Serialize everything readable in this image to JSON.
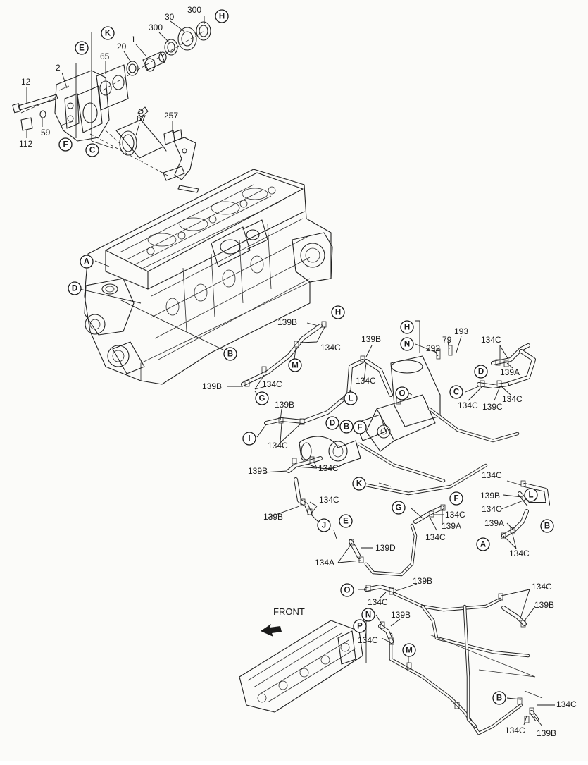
{
  "diagram": {
    "front_label": "FRONT",
    "part_labels": [
      {
        "id": "p1",
        "text": "300"
      },
      {
        "id": "p2",
        "text": "30"
      },
      {
        "id": "p3",
        "text": "300"
      },
      {
        "id": "p4",
        "text": "20"
      },
      {
        "id": "p5",
        "text": "1"
      },
      {
        "id": "p6",
        "text": "65"
      },
      {
        "id": "p7",
        "text": "2"
      },
      {
        "id": "p8",
        "text": "12"
      },
      {
        "id": "p9",
        "text": "59"
      },
      {
        "id": "p10",
        "text": "112"
      },
      {
        "id": "p11",
        "text": "257"
      },
      {
        "id": "p12",
        "text": "67"
      },
      {
        "id": "p13",
        "text": "139B"
      },
      {
        "id": "p14",
        "text": "134C"
      },
      {
        "id": "p15",
        "text": "139B"
      },
      {
        "id": "p16",
        "text": "134C"
      },
      {
        "id": "p17",
        "text": "139B"
      },
      {
        "id": "p18",
        "text": "134C"
      },
      {
        "id": "p19",
        "text": "139B"
      },
      {
        "id": "p20",
        "text": "134C"
      },
      {
        "id": "p21",
        "text": "139B"
      },
      {
        "id": "p22",
        "text": "134C"
      },
      {
        "id": "p23",
        "text": "139B"
      },
      {
        "id": "p24",
        "text": "134C"
      },
      {
        "id": "p25",
        "text": "292"
      },
      {
        "id": "p26",
        "text": "79"
      },
      {
        "id": "p27",
        "text": "193"
      },
      {
        "id": "p28",
        "text": "134C"
      },
      {
        "id": "p29",
        "text": "139A"
      },
      {
        "id": "p30",
        "text": "134C"
      },
      {
        "id": "p31",
        "text": "139C"
      },
      {
        "id": "p32",
        "text": "134C"
      },
      {
        "id": "p33",
        "text": "134C"
      },
      {
        "id": "p34",
        "text": "139B"
      },
      {
        "id": "p35",
        "text": "134C"
      },
      {
        "id": "p36",
        "text": "134C"
      },
      {
        "id": "p37",
        "text": "139A"
      },
      {
        "id": "p38",
        "text": "134C"
      },
      {
        "id": "p39",
        "text": "139A"
      },
      {
        "id": "p40",
        "text": "134C"
      },
      {
        "id": "p41",
        "text": "139D"
      },
      {
        "id": "p42",
        "text": "134A"
      },
      {
        "id": "p43",
        "text": "139B"
      },
      {
        "id": "p44",
        "text": "134C"
      },
      {
        "id": "p45",
        "text": "139B"
      },
      {
        "id": "p46",
        "text": "134C"
      },
      {
        "id": "p47",
        "text": "134C"
      },
      {
        "id": "p48",
        "text": "139B"
      },
      {
        "id": "p49",
        "text": "134C"
      },
      {
        "id": "p50",
        "text": "134C"
      },
      {
        "id": "p51",
        "text": "139B"
      }
    ],
    "callouts": [
      {
        "id": "c1",
        "letter": "H"
      },
      {
        "id": "c2",
        "letter": "K"
      },
      {
        "id": "c3",
        "letter": "E"
      },
      {
        "id": "c4",
        "letter": "F"
      },
      {
        "id": "c5",
        "letter": "C"
      },
      {
        "id": "c6",
        "letter": "A"
      },
      {
        "id": "c7",
        "letter": "D"
      },
      {
        "id": "c8",
        "letter": "B"
      },
      {
        "id": "c9",
        "letter": "H"
      },
      {
        "id": "c10",
        "letter": "M"
      },
      {
        "id": "c11",
        "letter": "G"
      },
      {
        "id": "c12",
        "letter": "L"
      },
      {
        "id": "c13",
        "letter": "I"
      },
      {
        "id": "c14",
        "letter": "D"
      },
      {
        "id": "c15",
        "letter": "B"
      },
      {
        "id": "c16",
        "letter": "F"
      },
      {
        "id": "c17",
        "letter": "H"
      },
      {
        "id": "c18",
        "letter": "N"
      },
      {
        "id": "c19",
        "letter": "O"
      },
      {
        "id": "c20",
        "letter": "D"
      },
      {
        "id": "c21",
        "letter": "C"
      },
      {
        "id": "c22",
        "letter": "K"
      },
      {
        "id": "c23",
        "letter": "L"
      },
      {
        "id": "c24",
        "letter": "B"
      },
      {
        "id": "c25",
        "letter": "G"
      },
      {
        "id": "c26",
        "letter": "F"
      },
      {
        "id": "c27",
        "letter": "A"
      },
      {
        "id": "c28",
        "letter": "J"
      },
      {
        "id": "c29",
        "letter": "E"
      },
      {
        "id": "c30",
        "letter": "O"
      },
      {
        "id": "c31",
        "letter": "N"
      },
      {
        "id": "c32",
        "letter": "P"
      },
      {
        "id": "c33",
        "letter": "M"
      },
      {
        "id": "c34",
        "letter": "B"
      }
    ]
  }
}
